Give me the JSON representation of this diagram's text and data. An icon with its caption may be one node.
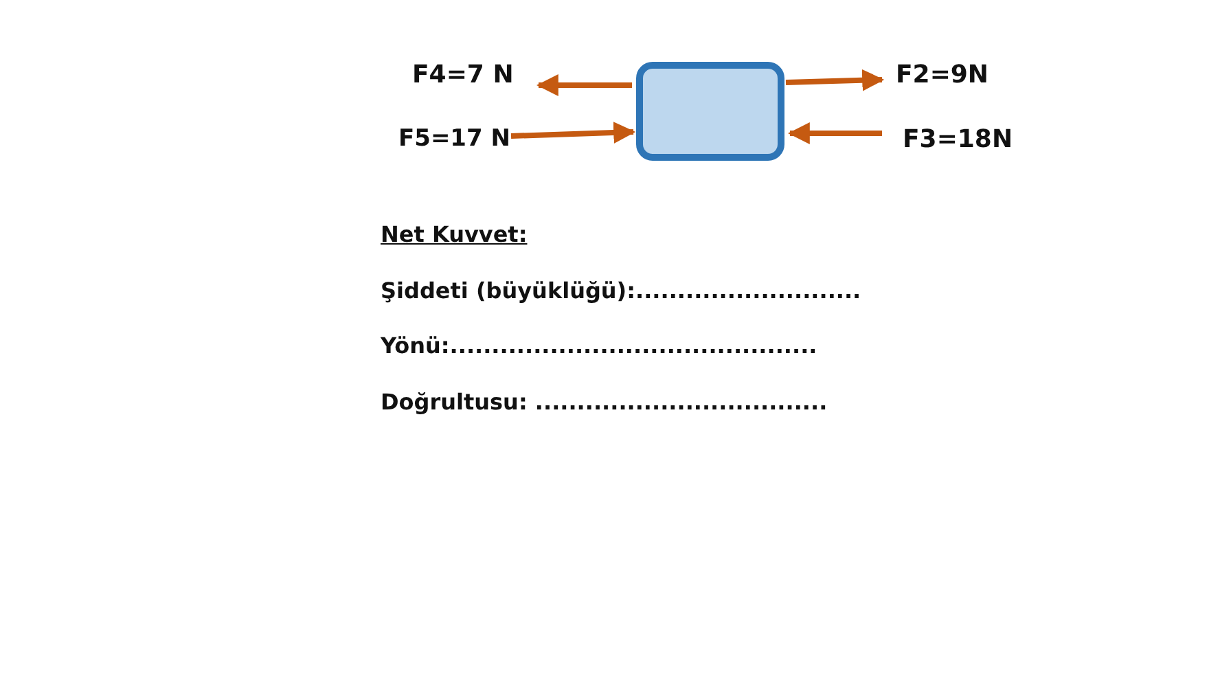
{
  "diagram": {
    "nodes": [
      {
        "text": [],
        "shape": "box"
      }
    ],
    "labels": [
      "F4=7 N",
      "F2=9N",
      "F5=17 N",
      "F3=18N",
      "Net Kuvvet:",
      "Şiddeti (büyüklüğü):...........................",
      "Yönü:............................................",
      "Doğrultusu: ..................................."
    ]
  }
}
